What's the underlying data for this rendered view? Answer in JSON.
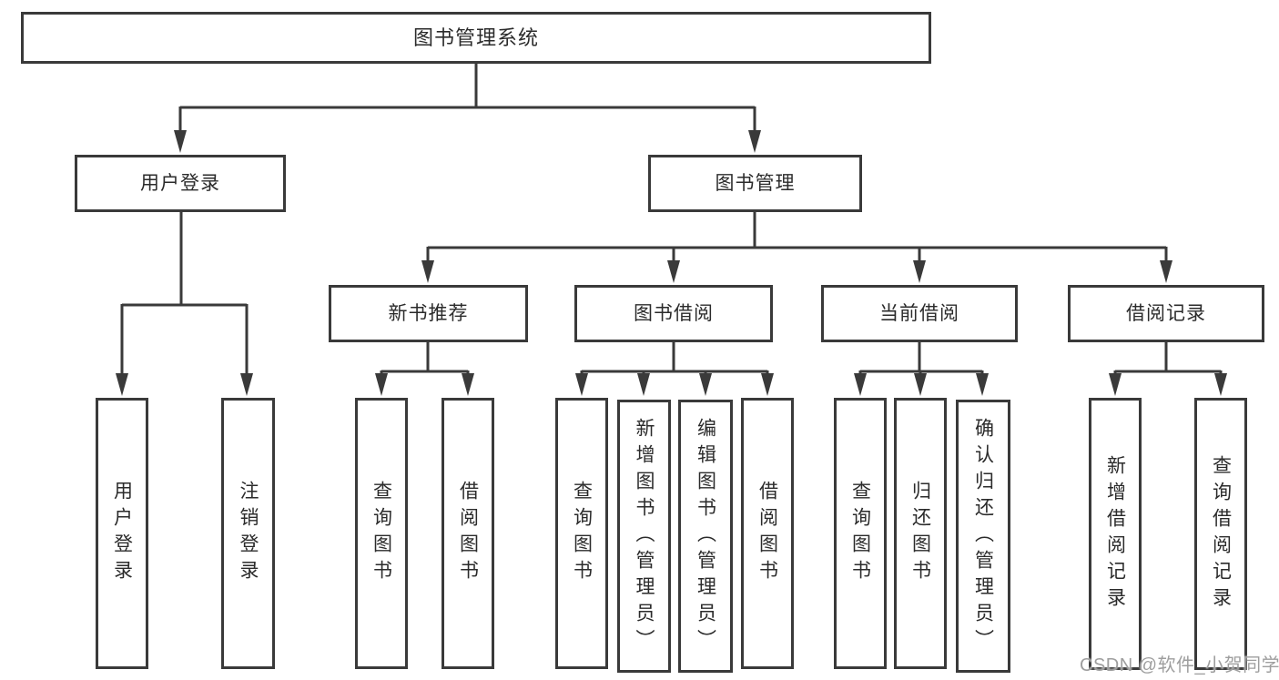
{
  "diagram_title": "图书管理系统",
  "colors": {
    "line": "#3a3a3a",
    "box_border": "#3a3a3a",
    "text": "#2b2b2b",
    "background": "#ffffff",
    "watermark": "#9e9e9e"
  },
  "tree": {
    "label": "图书管理系统",
    "children": [
      {
        "label": "用户登录",
        "children": [
          {
            "label": "用户登录"
          },
          {
            "label": "注销登录"
          }
        ]
      },
      {
        "label": "图书管理",
        "children": [
          {
            "label": "新书推荐",
            "children": [
              {
                "label": "查询图书"
              },
              {
                "label": "借阅图书"
              }
            ]
          },
          {
            "label": "图书借阅",
            "children": [
              {
                "label": "查询图书"
              },
              {
                "label": "新增图书（管理员）"
              },
              {
                "label": "编辑图书（管理员）"
              },
              {
                "label": "借阅图书"
              }
            ]
          },
          {
            "label": "当前借阅",
            "children": [
              {
                "label": "查询图书"
              },
              {
                "label": "归还图书"
              },
              {
                "label": "确认归还（管理员）"
              }
            ]
          },
          {
            "label": "借阅记录",
            "children": [
              {
                "label": "新增借阅记录"
              },
              {
                "label": "查询借阅记录"
              }
            ]
          }
        ]
      }
    ]
  },
  "watermark": {
    "text": "CSDN @软件_小贺同学"
  }
}
